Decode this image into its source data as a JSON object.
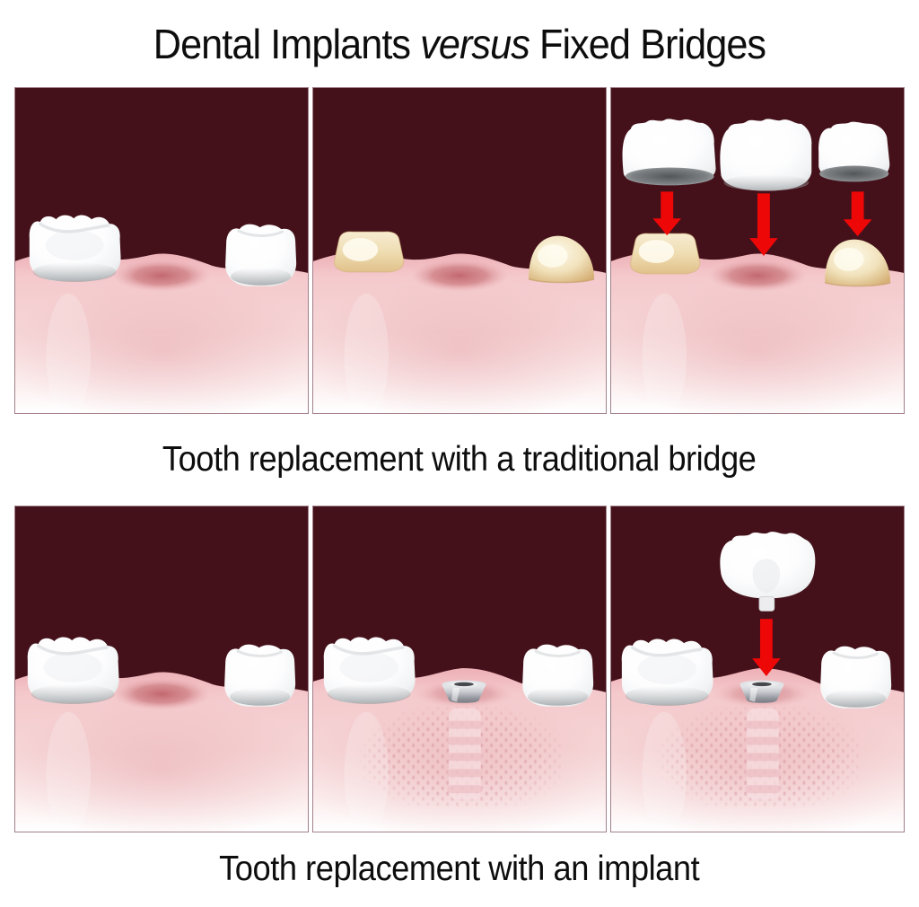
{
  "title": {
    "part1": "Dental Implants",
    "versus": "versus",
    "part2": "Fixed Bridges"
  },
  "rows": [
    {
      "caption": "Tooth replacement with a traditional bridge",
      "panels": [
        "missing-tooth-gap",
        "teeth-prepared-for-bridge",
        "bridge-crowns-placement"
      ]
    },
    {
      "caption": "Tooth replacement with an implant",
      "panels": [
        "missing-tooth-gap",
        "implant-abutment-placed",
        "crown-placement-on-implant"
      ]
    }
  ],
  "colors": {
    "background": "#ffffff",
    "panel_background": "#44111a",
    "panel_border": "#a2808a",
    "gum_pink": "#f4c9cc",
    "gum_recess": "#c3686f",
    "tooth_white": "#ffffff",
    "prepared_tooth_tan": "#efddb2",
    "arrow_red": "#ee0707",
    "implant_metal": "#c9cbd1",
    "text": "#0d0d0d"
  }
}
